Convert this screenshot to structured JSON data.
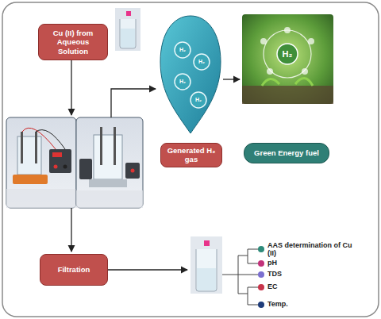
{
  "diagram": {
    "nodes": [
      {
        "text": [
          "Cu (II) from Aqueous Solution"
        ]
      },
      {
        "text": [
          "Generated H₂ gas"
        ]
      },
      {
        "text": [
          "Green Energy fuel"
        ]
      },
      {
        "text": [
          "Filtration"
        ]
      }
    ],
    "labels": [
      "H₂",
      "H₂",
      "H₂",
      "H₂",
      "H₂",
      "AAS determination of Cu (II)",
      "pH",
      "TDS",
      "EC",
      "Temp."
    ]
  }
}
